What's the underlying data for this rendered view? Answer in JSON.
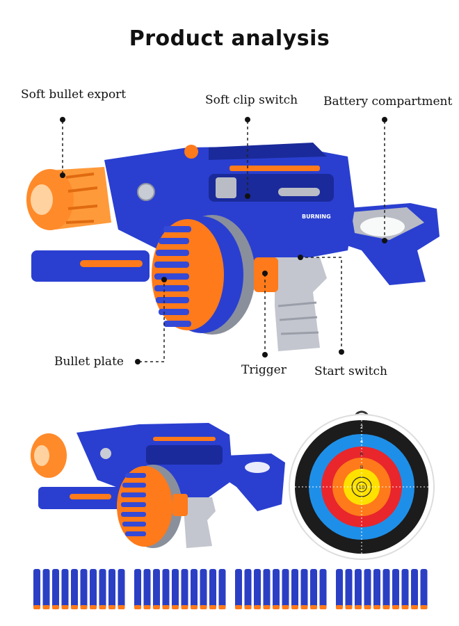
{
  "page": {
    "title": "Product analysis"
  },
  "callouts": {
    "soft_bullet_export": "Soft bullet export",
    "soft_clip_switch": "Soft clip switch",
    "battery_compartment": "Battery compartment",
    "bullet_plate": "Bullet plate",
    "trigger": "Trigger",
    "start_switch": "Start switch"
  },
  "product_badge": "BURNING",
  "target": {
    "rings": [
      "2",
      "4",
      "6",
      "8",
      "10"
    ]
  },
  "colors": {
    "blue": "#2a3fd0",
    "dark_blue": "#1a2a9a",
    "orange": "#ff7a1a",
    "silver": "#b9bcc4",
    "target_yellow": "#ffe100"
  }
}
